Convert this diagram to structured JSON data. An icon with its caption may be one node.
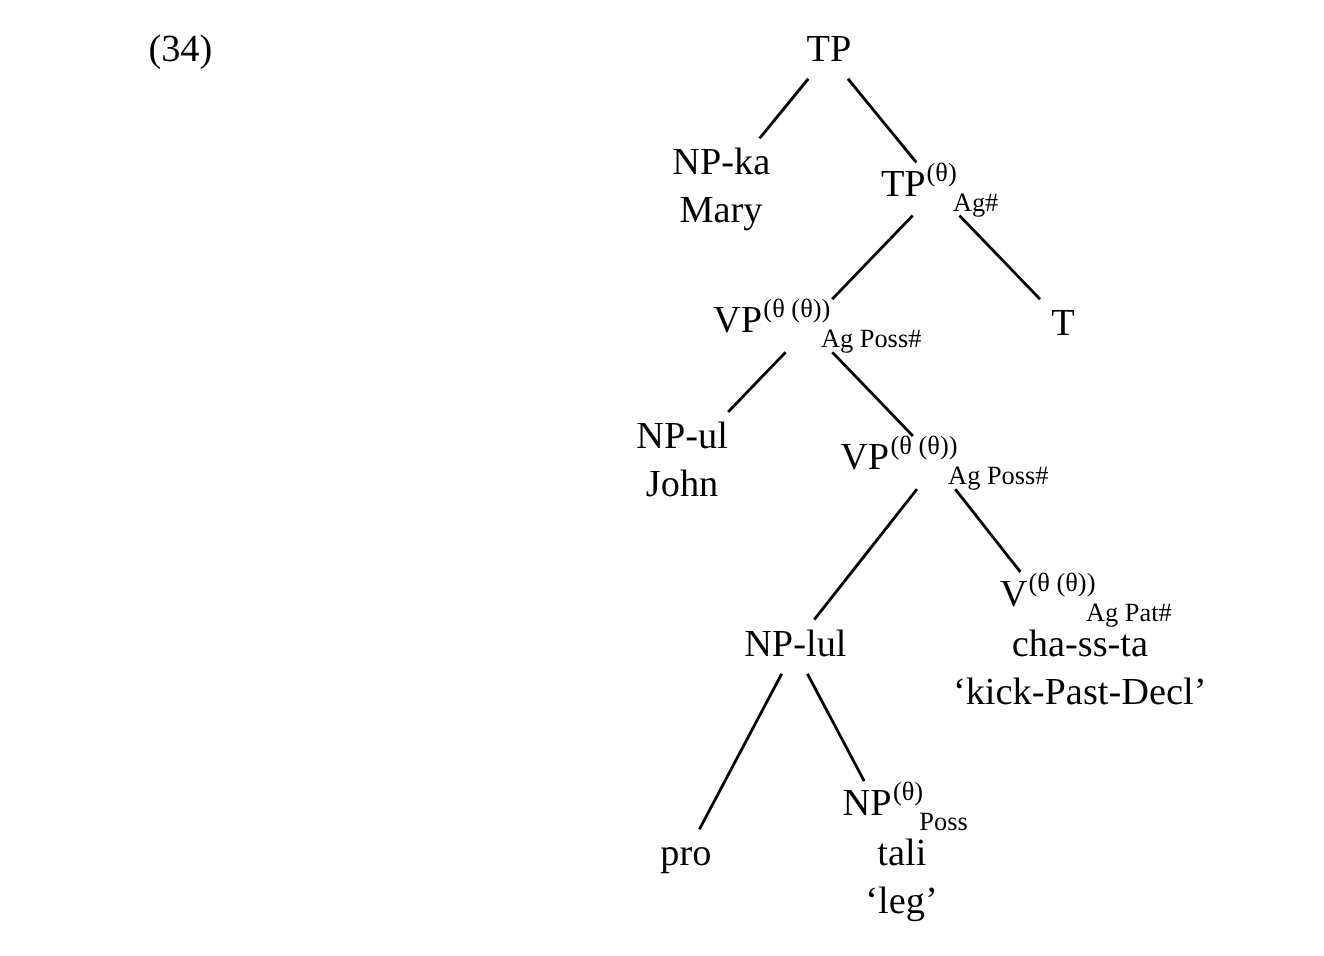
{
  "diagram": {
    "nodes": [
      {
        "text": [
          "TP"
        ]
      },
      {
        "text": [
          "NP-ka",
          "Mary"
        ]
      },
      {
        "text": [
          "TP$^{(θ)}$$_{Ag#}$"
        ]
      },
      {
        "text": [
          "VP$^{(θ (θ))}$$_{Ag Poss#}$"
        ]
      },
      {
        "text": [
          "T"
        ]
      },
      {
        "text": [
          "NP-ul",
          "John"
        ]
      },
      {
        "text": [
          "VP$^{(θ (θ))}$$_{Ag Poss#}$"
        ]
      },
      {
        "text": [
          "NP-lul"
        ]
      },
      {
        "text": [
          "V$^{(θ (θ))}$$_{Ag Pat#}$",
          "cha-ss-ta",
          "‘kick-Past-Decl’"
        ]
      },
      {
        "text": [
          "pro"
        ]
      },
      {
        "text": [
          "NP$^{(θ)}$$_{Poss}$",
          "tali",
          "‘leg’"
        ]
      }
    ],
    "edges": [
      {
        "from": 0,
        "to": 1,
        "arrow": "none"
      },
      {
        "from": 0,
        "to": 2,
        "arrow": "none"
      },
      {
        "from": 2,
        "to": 3,
        "arrow": "none"
      },
      {
        "from": 2,
        "to": 4,
        "arrow": "none"
      },
      {
        "from": 3,
        "to": 5,
        "arrow": "none"
      },
      {
        "from": 3,
        "to": 6,
        "arrow": "none"
      },
      {
        "from": 6,
        "to": 7,
        "arrow": "none"
      },
      {
        "from": 6,
        "to": 8,
        "arrow": "none"
      },
      {
        "from": 7,
        "to": 9,
        "arrow": "none"
      },
      {
        "from": 7,
        "to": 10,
        "arrow": "none"
      }
    ],
    "labels": [
      "(34)"
    ]
  }
}
